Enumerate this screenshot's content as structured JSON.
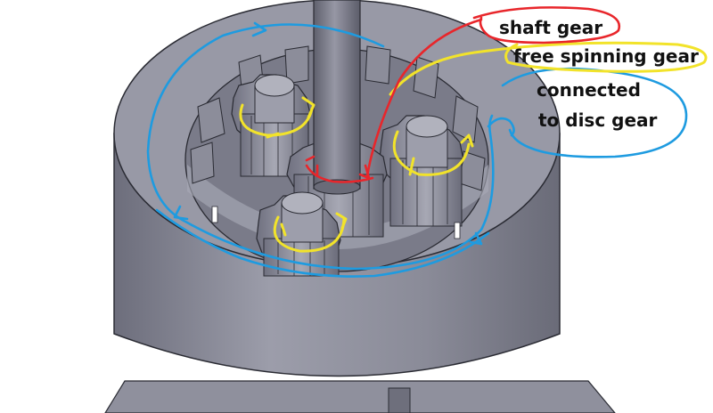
{
  "annotations": {
    "shaft_gear": {
      "text": "shaft gear",
      "color": "#e8262b"
    },
    "free_spinning_gear": {
      "text": "free spinning gear",
      "color": "#f2e32a"
    },
    "connected_to_disc_gear": {
      "line1": "connected",
      "line2": "to disc gear",
      "color": "#1e9be0"
    }
  },
  "colors": {
    "background": "#ffffff",
    "body_light": "#9a9ba8",
    "body_mid": "#7d7e8c",
    "body_dark": "#5f606e",
    "gear_light": "#a9aab6",
    "gear_dark": "#6c6d7a",
    "edge": "#2a2b33",
    "shaft": "#777886"
  }
}
